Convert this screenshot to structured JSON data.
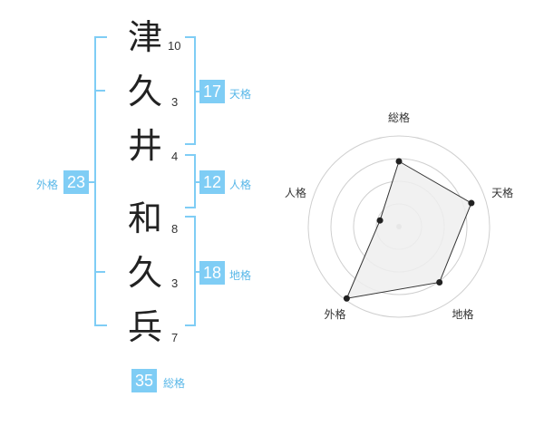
{
  "name_chars": [
    {
      "char": "津",
      "strokes": "10"
    },
    {
      "char": "久",
      "strokes": "3"
    },
    {
      "char": "井",
      "strokes": "4"
    },
    {
      "char": "和",
      "strokes": "8"
    },
    {
      "char": "久",
      "strokes": "3"
    },
    {
      "char": "兵",
      "strokes": "7"
    }
  ],
  "kaku": {
    "tenkaku": {
      "label": "天格",
      "value": "17"
    },
    "jinkaku": {
      "label": "人格",
      "value": "12"
    },
    "chikaku": {
      "label": "地格",
      "value": "18"
    },
    "gaikaku": {
      "label": "外格",
      "value": "23"
    },
    "soukaku": {
      "label": "総格",
      "value": "35"
    }
  },
  "colors": {
    "accent": "#7fcdf5",
    "accent_text": "#58b7e8"
  },
  "chart_data": {
    "type": "radar",
    "axes": [
      "総格",
      "天格",
      "地格",
      "外格",
      "人格"
    ],
    "values": [
      0.72,
      0.84,
      0.76,
      0.98,
      0.22
    ],
    "range": [
      0,
      1
    ],
    "grid_rings": 4
  }
}
